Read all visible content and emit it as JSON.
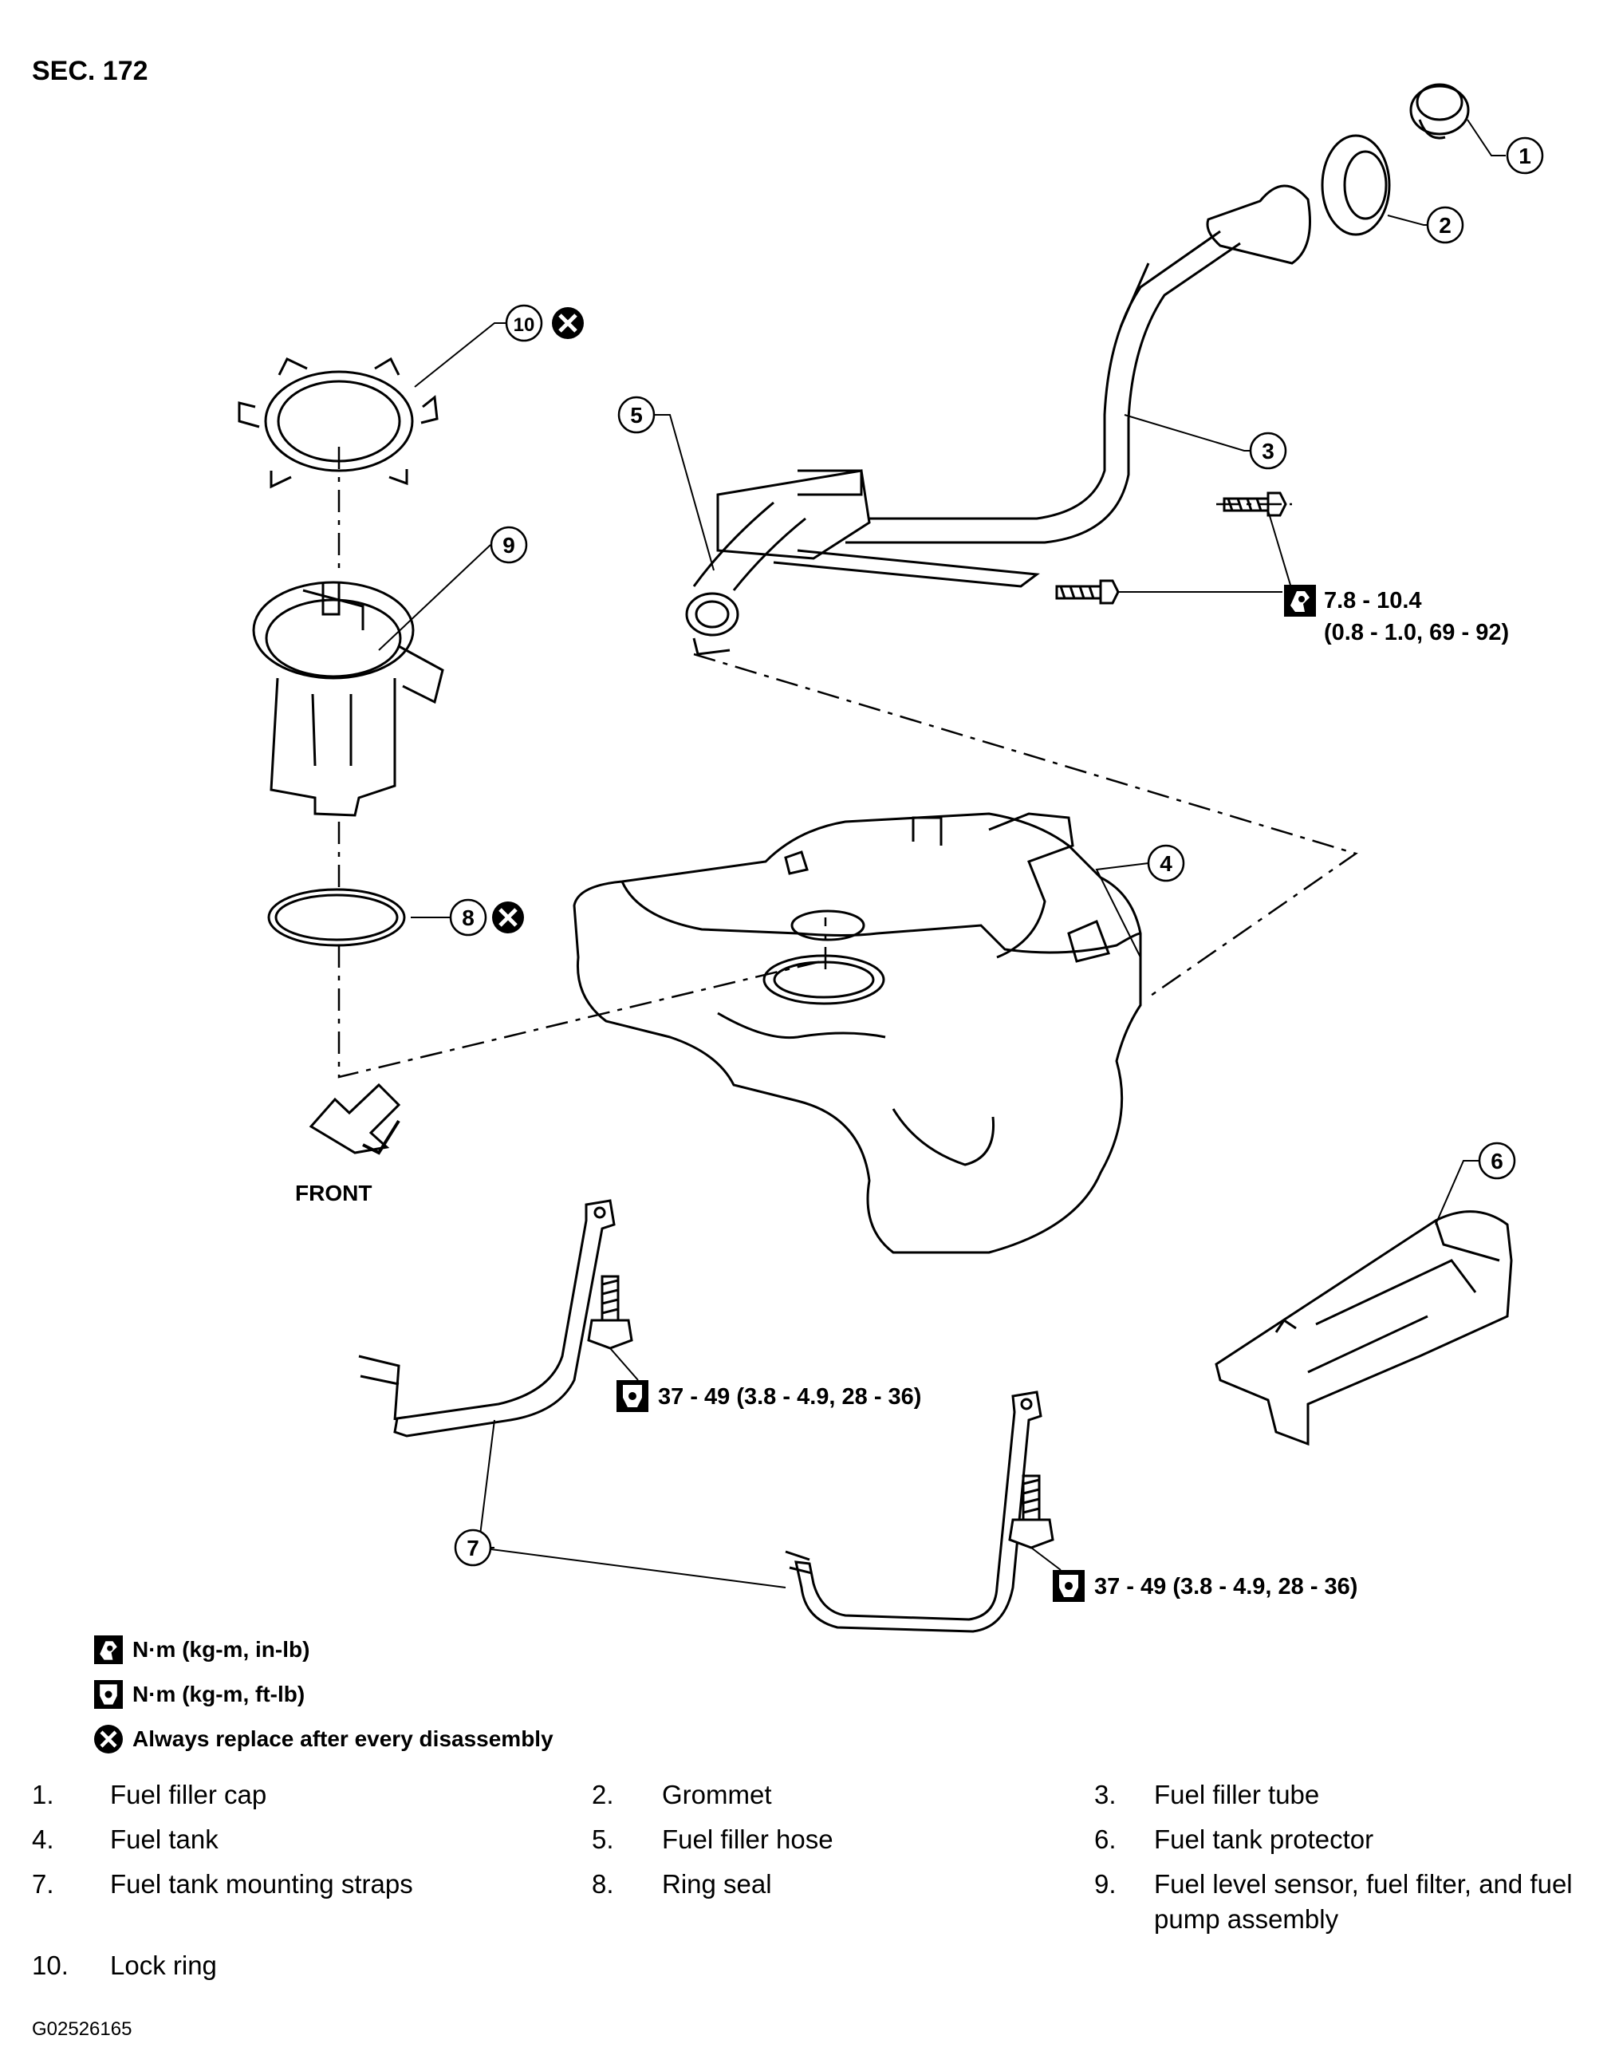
{
  "section": "SEC. 172",
  "front_label": "FRONT",
  "callouts": [
    "1",
    "2",
    "3",
    "4",
    "5",
    "6",
    "7",
    "8",
    "9",
    "10"
  ],
  "torques": {
    "filler_bolts": {
      "value": "7.8 - 10.4",
      "alt": "(0.8 - 1.0, 69 - 92)"
    },
    "strap_bolt_left": "37 - 49 (3.8 - 4.9, 28 - 36)",
    "strap_bolt_right": "37 - 49 (3.8 - 4.9, 28 - 36)"
  },
  "legend": [
    {
      "icon": "torque-in-lb-icon",
      "text": "N·m (kg-m, in-lb)"
    },
    {
      "icon": "torque-ft-lb-icon",
      "text": "N·m (kg-m, ft-lb)"
    },
    {
      "icon": "replace-icon",
      "text": "Always replace after every disassembly"
    }
  ],
  "parts": [
    {
      "num": "1.",
      "label": "Fuel filler cap"
    },
    {
      "num": "2.",
      "label": "Grommet"
    },
    {
      "num": "3.",
      "label": "Fuel filler tube"
    },
    {
      "num": "4.",
      "label": "Fuel tank"
    },
    {
      "num": "5.",
      "label": "Fuel filler hose"
    },
    {
      "num": "6.",
      "label": "Fuel tank protector"
    },
    {
      "num": "7.",
      "label": "Fuel tank mounting straps"
    },
    {
      "num": "8.",
      "label": "Ring seal"
    },
    {
      "num": "9.",
      "label": "Fuel level sensor, fuel filter, and fuel pump assembly"
    },
    {
      "num": "10.",
      "label": "Lock ring"
    }
  ],
  "figure_code": "G02526165"
}
